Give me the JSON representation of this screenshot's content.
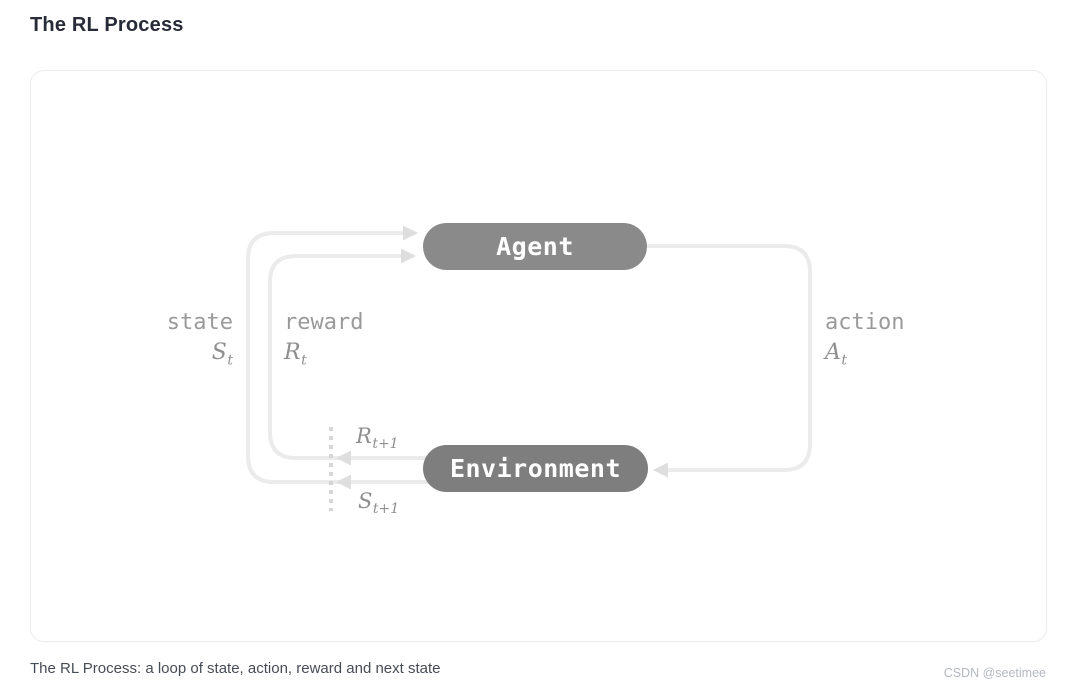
{
  "header": {
    "title": "The RL Process"
  },
  "figure": {
    "caption": "The RL Process: a loop of state, action, reward and next state",
    "watermark": "CSDN @seetimee"
  },
  "diagram": {
    "nodes": {
      "agent": "Agent",
      "environment": "Environment"
    },
    "labels": {
      "state": {
        "word": "state",
        "symbol": "S",
        "sub": "t"
      },
      "reward": {
        "word": "reward",
        "symbol": "R",
        "sub": "t"
      },
      "action": {
        "word": "action",
        "symbol": "A",
        "sub": "t"
      },
      "next_reward": {
        "symbol": "R",
        "sub": "t+1"
      },
      "next_state": {
        "symbol": "S",
        "sub": "t+1"
      }
    },
    "colors": {
      "agent_fill": "#8a8a8a",
      "environment_fill": "#7e7e7e",
      "node_text": "#ffffff",
      "loop_line": "#ebebeb",
      "arrowhead": "#dedede",
      "boundary_dotted": "#d6d6d6",
      "label_text": "#9a9a9a"
    }
  }
}
